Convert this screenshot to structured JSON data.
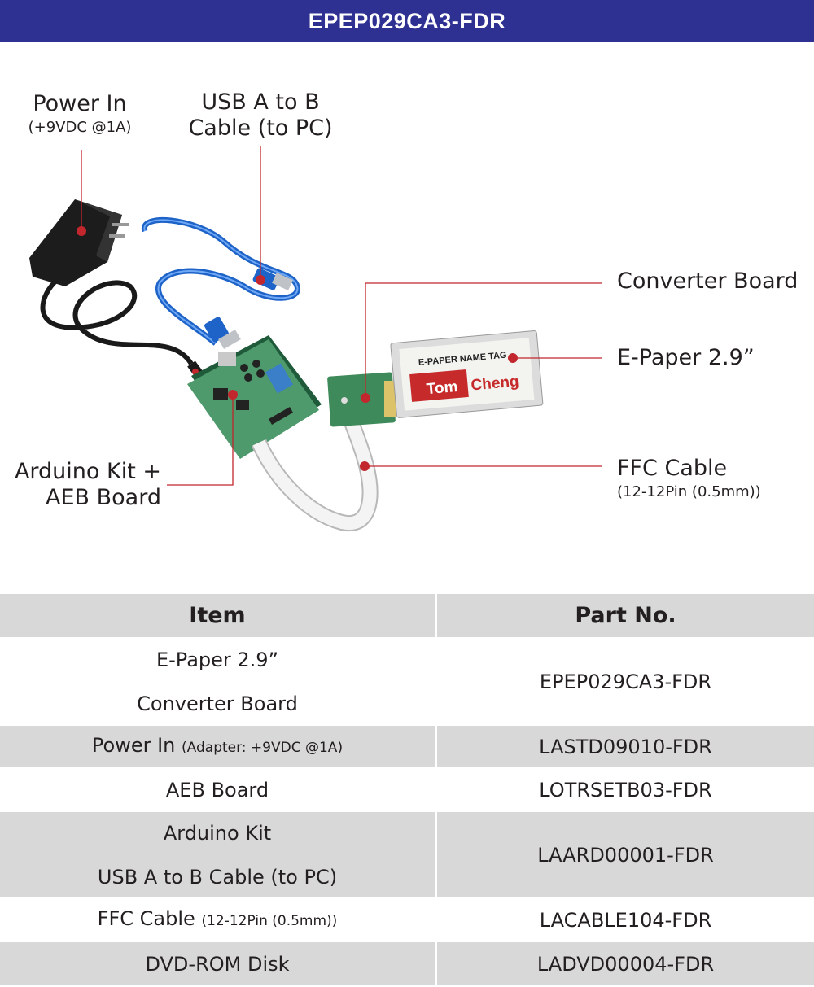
{
  "header": {
    "title": "EPEP029CA3-FDR"
  },
  "callouts": {
    "power_in": {
      "main": "Power In",
      "sub": "(+9VDC @1A)"
    },
    "usb": {
      "line1": "USB A to B",
      "line2": "Cable (to PC)"
    },
    "converter": {
      "main": "Converter Board"
    },
    "epaper": {
      "main": "E-Paper 2.9”"
    },
    "ffc": {
      "main": "FFC Cable",
      "sub": "(12-12Pin (0.5mm))"
    },
    "arduino": {
      "line1": "Arduino Kit +",
      "line2": "AEB Board"
    }
  },
  "device_labels": {
    "epaper_tag": "E-PAPER NAME TAG",
    "name_first": "Tom",
    "name_last": "Cheng"
  },
  "colors": {
    "header_bg": "#2e3192",
    "callout_line": "#c1272d",
    "table_gray": "#d8d8d8"
  },
  "table": {
    "headers": {
      "item": "Item",
      "part": "Part No."
    },
    "rows": [
      {
        "item_lines": [
          "E-Paper 2.9”",
          "Converter Board"
        ],
        "part": "EPEP029CA3-FDR"
      },
      {
        "item_main": "Power In",
        "item_sub": "(Adapter: +9VDC @1A)",
        "part": "LASTD09010-FDR"
      },
      {
        "item_main": "AEB Board",
        "part": "LOTRSETB03-FDR"
      },
      {
        "item_lines": [
          "Arduino Kit",
          "USB A to B Cable (to PC)"
        ],
        "part": "LAARD00001-FDR"
      },
      {
        "item_main": "FFC Cable",
        "item_sub": "(12-12Pin (0.5mm))",
        "part": "LACABLE104-FDR"
      },
      {
        "item_main": "DVD-ROM Disk",
        "part": "LADVD00004-FDR"
      }
    ]
  }
}
